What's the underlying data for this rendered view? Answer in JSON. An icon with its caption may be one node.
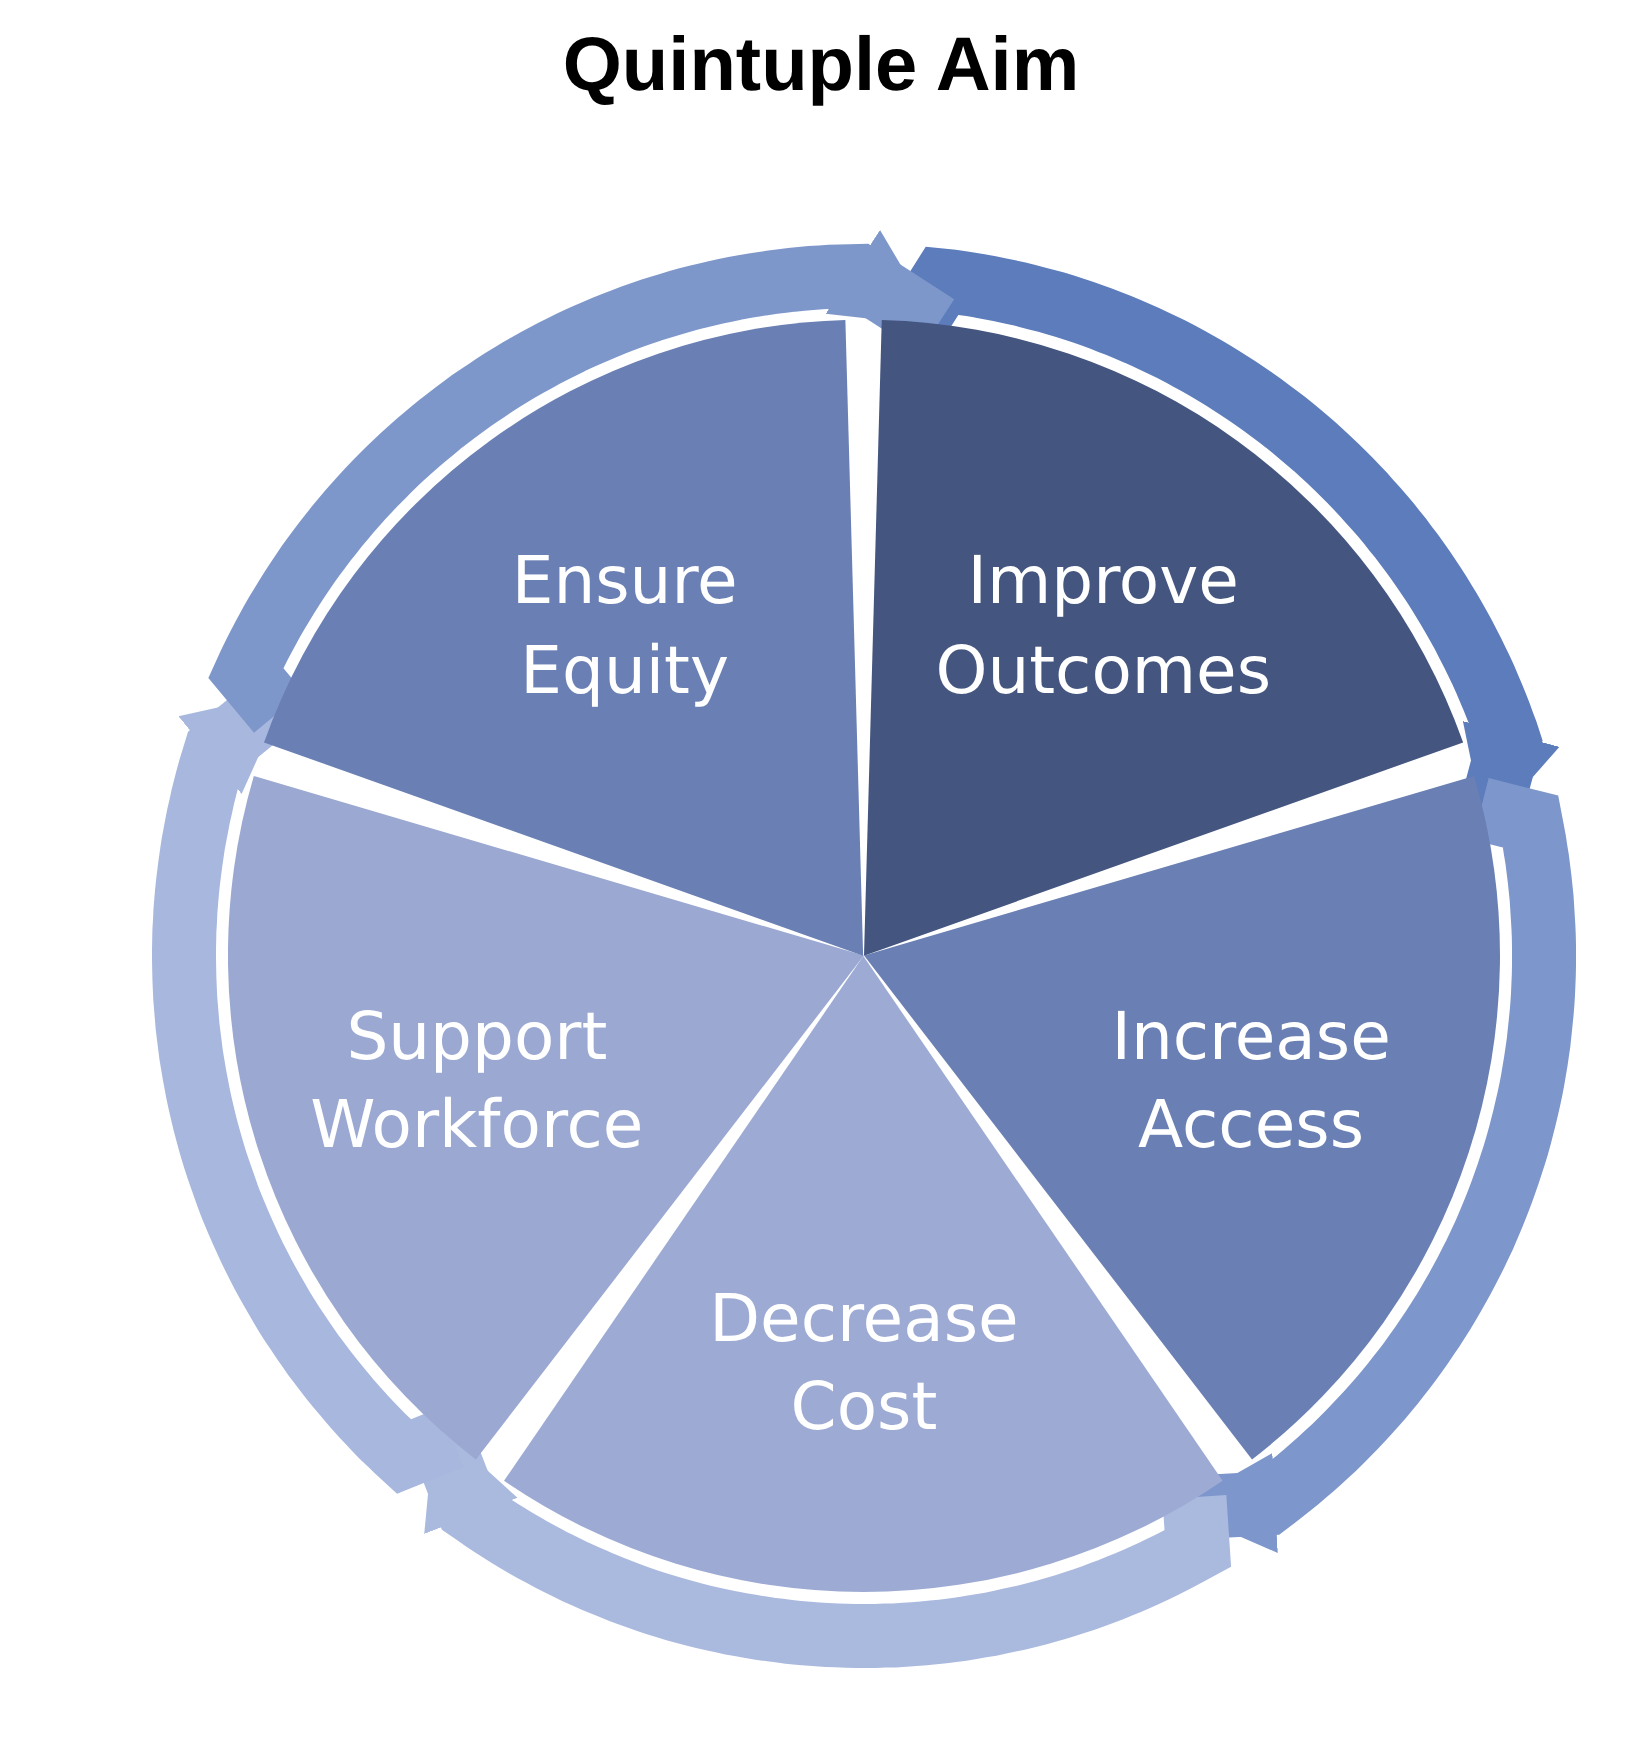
{
  "diagram": {
    "title": "Quintuple Aim",
    "nodes": [
      {
        "text": [
          "Improve Outcomes"
        ]
      },
      {
        "text": [
          "Increase Access"
        ]
      },
      {
        "text": [
          "Decrease Cost"
        ]
      },
      {
        "text": [
          "Support Workforce"
        ]
      },
      {
        "text": [
          "Ensure Equity"
        ]
      }
    ],
    "edges": [
      {
        "from": 0,
        "to": 1,
        "arrow": "to"
      },
      {
        "from": 1,
        "to": 2,
        "arrow": "to"
      },
      {
        "from": 2,
        "to": 3,
        "arrow": "to"
      },
      {
        "from": 3,
        "to": 4,
        "arrow": "to"
      },
      {
        "from": 4,
        "to": 0,
        "arrow": "to"
      }
    ]
  }
}
